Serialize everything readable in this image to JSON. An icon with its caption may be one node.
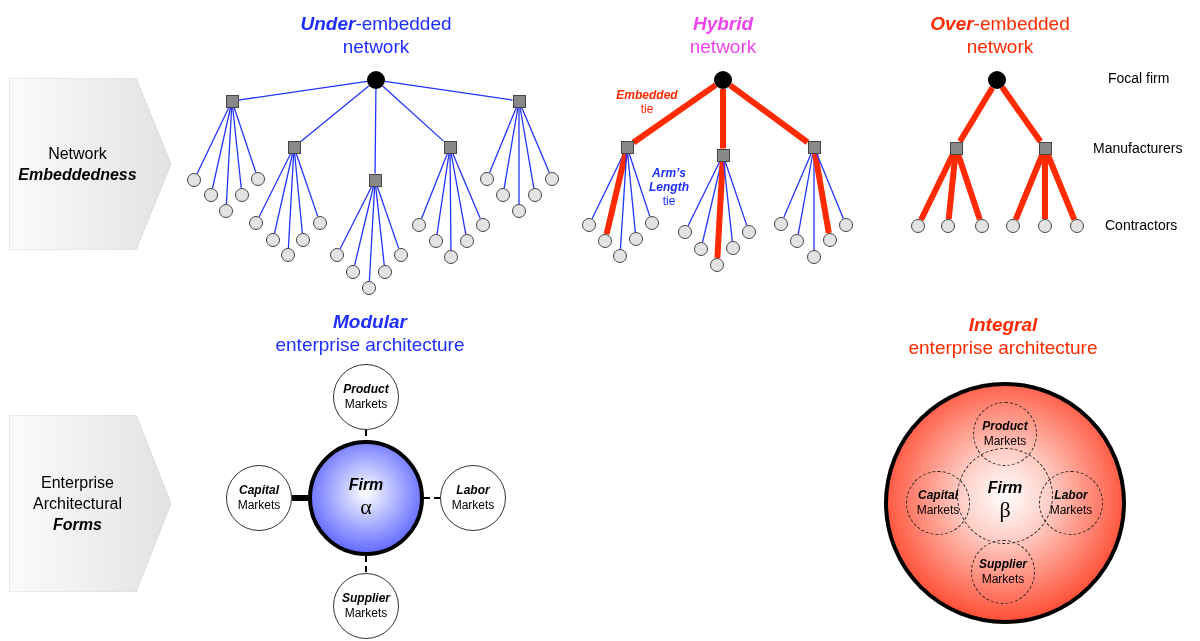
{
  "diagram": {
    "nodes": [
      {
        "text": [
          "Network **Embeddedness**"
        ]
      },
      {
        "text": [],
        "shape": "circle"
      },
      {
        "text": [],
        "shape": "box"
      },
      {
        "text": [],
        "shape": "box"
      },
      {
        "text": [],
        "shape": "box"
      },
      {
        "text": [],
        "shape": "box"
      },
      {
        "text": [],
        "shape": "box"
      },
      {
        "text": [],
        "shape": "circle"
      },
      {
        "text": [],
        "shape": "circle"
      },
      {
        "text": [],
        "shape": "circle"
      },
      {
        "text": [],
        "shape": "circle"
      },
      {
        "text": [],
        "shape": "circle"
      },
      {
        "text": [],
        "shape": "circle"
      },
      {
        "text": [],
        "shape": "circle"
      },
      {
        "text": [],
        "shape": "circle"
      },
      {
        "text": [],
        "shape": "circle"
      },
      {
        "text": [],
        "shape": "circle"
      },
      {
        "text": [],
        "shape": "circle"
      },
      {
        "text": [],
        "shape": "circle"
      },
      {
        "text": [],
        "shape": "circle"
      },
      {
        "text": [],
        "shape": "circle"
      },
      {
        "text": [],
        "shape": "circle"
      },
      {
        "text": [],
        "shape": "circle"
      },
      {
        "text": [],
        "shape": "circle"
      },
      {
        "text": [],
        "shape": "circle"
      },
      {
        "text": [],
        "shape": "circle"
      },
      {
        "text": [],
        "shape": "circle"
      },
      {
        "text": [],
        "shape": "circle"
      },
      {
        "text": [],
        "shape": "circle"
      },
      {
        "text": [],
        "shape": "circle"
      },
      {
        "text": [],
        "shape": "circle"
      },
      {
        "text": [],
        "shape": "circle"
      },
      {
        "text": [],
        "shape": "circle"
      },
      {
        "text": [],
        "shape": "box"
      },
      {
        "text": [],
        "shape": "box"
      },
      {
        "text": [],
        "shape": "box"
      },
      {
        "text": [],
        "shape": "circle"
      },
      {
        "text": [],
        "shape": "circle"
      },
      {
        "text": [],
        "shape": "circle"
      },
      {
        "text": [],
        "shape": "circle"
      },
      {
        "text": [],
        "shape": "circle"
      },
      {
        "text": [],
        "shape": "circle"
      },
      {
        "text": [],
        "shape": "circle"
      },
      {
        "text": [],
        "shape": "circle"
      },
      {
        "text": [],
        "shape": "circle"
      },
      {
        "text": [],
        "shape": "circle"
      },
      {
        "text": [],
        "shape": "circle"
      },
      {
        "text": [],
        "shape": "circle"
      },
      {
        "text": [],
        "shape": "circle"
      },
      {
        "text": [],
        "shape": "circle"
      },
      {
        "text": [],
        "shape": "circle"
      },
      {
        "text": [],
        "shape": "circle"
      },
      {
        "text": [],
        "shape": "box"
      },
      {
        "text": [],
        "shape": "box"
      },
      {
        "text": [],
        "shape": "circle"
      },
      {
        "text": [],
        "shape": "circle"
      },
      {
        "text": [],
        "shape": "circle"
      },
      {
        "text": [],
        "shape": "circle"
      },
      {
        "text": [],
        "shape": "circle"
      },
      {
        "text": [],
        "shape": "circle"
      },
      {
        "text": [
          "Enterprise Architectural **Forms**"
        ]
      },
      {
        "text": [
          "Firm",
          "α"
        ]
      },
      {
        "text": [
          "Product",
          "Markets"
        ]
      },
      {
        "text": [
          "Capital",
          "Markets"
        ]
      },
      {
        "text": [
          "Labor",
          "Markets"
        ]
      },
      {
        "text": [
          "Supplier",
          "Markets"
        ]
      },
      {
        "text": [],
        "shape": "circle"
      },
      {
        "text": [
          "Firm",
          "β"
        ],
        "in": 66
      },
      {
        "text": [
          "Product",
          "Markets"
        ],
        "in": 66
      },
      {
        "text": [
          "Capital",
          "Markets"
        ],
        "in": 66
      },
      {
        "text": [
          "Labor",
          "Markets"
        ],
        "in": 66
      },
      {
        "text": [
          "Supplier",
          "Markets"
        ],
        "in": 66
      }
    ],
    "edges": [
      {
        "from": 1,
        "to": 2,
        "arrow": "none"
      },
      {
        "from": 1,
        "to": 3,
        "arrow": "none"
      },
      {
        "from": 1,
        "to": 4,
        "arrow": "none"
      },
      {
        "from": 1,
        "to": 5,
        "arrow": "none"
      },
      {
        "from": 1,
        "to": 6,
        "arrow": "none"
      },
      {
        "from": 2,
        "to": 7,
        "arrow": "none"
      },
      {
        "from": 2,
        "to": 8,
        "arrow": "none"
      },
      {
        "from": 2,
        "to": 9,
        "arrow": "none"
      },
      {
        "from": 2,
        "to": 10,
        "arrow": "none"
      },
      {
        "from": 2,
        "to": 11,
        "arrow": "none"
      },
      {
        "from": 3,
        "to": 12,
        "arrow": "none"
      },
      {
        "from": 3,
        "to": 13,
        "arrow": "none"
      },
      {
        "from": 3,
        "to": 14,
        "arrow": "none"
      },
      {
        "from": 3,
        "to": 15,
        "arrow": "none"
      },
      {
        "from": 3,
        "to": 16,
        "arrow": "none"
      },
      {
        "from": 4,
        "to": 17,
        "arrow": "none"
      },
      {
        "from": 4,
        "to": 18,
        "arrow": "none"
      },
      {
        "from": 4,
        "to": 19,
        "arrow": "none"
      },
      {
        "from": 4,
        "to": 20,
        "arrow": "none"
      },
      {
        "from": 4,
        "to": 21,
        "arrow": "none"
      },
      {
        "from": 5,
        "to": 22,
        "arrow": "none"
      },
      {
        "from": 5,
        "to": 23,
        "arrow": "none"
      },
      {
        "from": 5,
        "to": 24,
        "arrow": "none"
      },
      {
        "from": 5,
        "to": 25,
        "arrow": "none"
      },
      {
        "from": 5,
        "to": 26,
        "arrow": "none"
      },
      {
        "from": 6,
        "to": 27,
        "arrow": "none"
      },
      {
        "from": 6,
        "to": 28,
        "arrow": "none"
      },
      {
        "from": 6,
        "to": 29,
        "arrow": "none"
      },
      {
        "from": 6,
        "to": 30,
        "arrow": "none"
      },
      {
        "from": 6,
        "to": 31,
        "arrow": "none"
      },
      {
        "from": 32,
        "to": 33,
        "arrow": "none",
        "style": "thick",
        "color": "#ff2a00"
      },
      {
        "from": 32,
        "to": 34,
        "arrow": "none",
        "style": "thick",
        "color": "#ff2a00"
      },
      {
        "from": 32,
        "to": 35,
        "arrow": "none",
        "style": "thick",
        "color": "#ff2a00"
      },
      {
        "from": 33,
        "to": 36,
        "arrow": "none"
      },
      {
        "from": 33,
        "to": 37,
        "arrow": "none",
        "style": "thick",
        "color": "#ff2a00"
      },
      {
        "from": 33,
        "to": 38,
        "arrow": "none"
      },
      {
        "from": 33,
        "to": 39,
        "arrow": "none"
      },
      {
        "from": 33,
        "to": 40,
        "arrow": "none"
      },
      {
        "from": 34,
        "to": 41,
        "arrow": "none"
      },
      {
        "from": 34,
        "to": 42,
        "arrow": "none"
      },
      {
        "from": 34,
        "to": 43,
        "arrow": "none",
        "style": "thick",
        "color": "#ff2a00"
      },
      {
        "from": 34,
        "to": 44,
        "arrow": "none"
      },
      {
        "from": 34,
        "to": 45,
        "arrow": "none"
      },
      {
        "from": 35,
        "to": 46,
        "arrow": "none"
      },
      {
        "from": 35,
        "to": 47,
        "arrow": "none"
      },
      {
        "from": 35,
        "to": 48,
        "arrow": "none"
      },
      {
        "from": 35,
        "to": 49,
        "arrow": "none",
        "style": "thick",
        "color": "#ff2a00"
      },
      {
        "from": 35,
        "to": 50,
        "arrow": "none"
      },
      {
        "from": 51,
        "to": 52,
        "arrow": "none",
        "style": "thick",
        "color": "#ff2a00"
      },
      {
        "from": 51,
        "to": 53,
        "arrow": "none",
        "style": "thick",
        "color": "#ff2a00"
      },
      {
        "from": 52,
        "to": 54,
        "arrow": "none",
        "style": "thick",
        "color": "#ff2a00"
      },
      {
        "from": 52,
        "to": 55,
        "arrow": "none",
        "style": "thick",
        "color": "#ff2a00"
      },
      {
        "from": 52,
        "to": 56,
        "arrow": "none",
        "style": "thick",
        "color": "#ff2a00"
      },
      {
        "from": 53,
        "to": 57,
        "arrow": "none",
        "style": "thick",
        "color": "#ff2a00"
      },
      {
        "from": 53,
        "to": 58,
        "arrow": "none",
        "style": "thick",
        "color": "#ff2a00"
      },
      {
        "from": 53,
        "to": 59,
        "arrow": "none",
        "style": "thick",
        "color": "#ff2a00"
      },
      {
        "from": 62,
        "to": 61,
        "arrow": "none",
        "style": "dashed",
        "color": "#000000"
      },
      {
        "from": 63,
        "to": 61,
        "arrow": "none",
        "style": "thick",
        "color": "#000000"
      },
      {
        "from": 61,
        "to": 64,
        "arrow": "none",
        "style": "dashed",
        "color": "#000000"
      },
      {
        "from": 61,
        "to": 65,
        "arrow": "none",
        "style": "dashed",
        "color": "#000000"
      }
    ],
    "labels": [
      "**Under**-embedded network",
      "**Hybrid** network",
      "**Over**-embedded network",
      "Focal firm",
      "Manufacturers",
      "Contractors",
      "**Embedded** tie",
      "**Arm’s Length** tie",
      "Modular",
      "enterprise architecture",
      "Integral",
      "enterprise architecture"
    ]
  }
}
